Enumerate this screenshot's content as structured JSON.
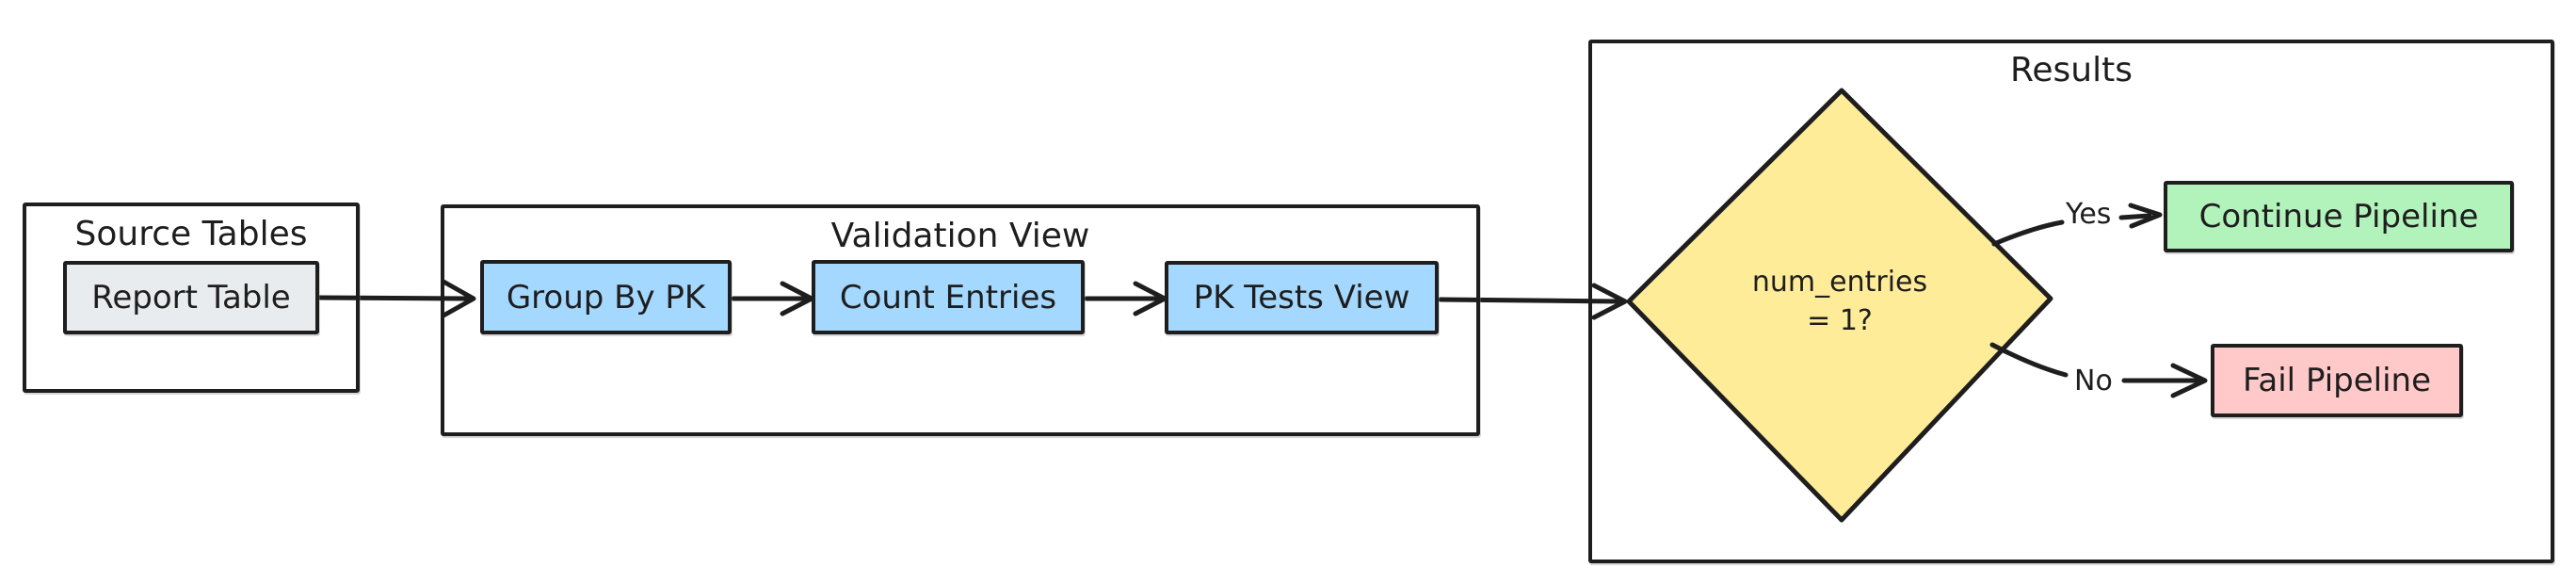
{
  "groups": {
    "source": {
      "title": "Source Tables"
    },
    "validation": {
      "title": "Validation View"
    },
    "results": {
      "title": "Results"
    }
  },
  "nodes": {
    "report_table": {
      "label": "Report Table",
      "fill": "#e9ecef"
    },
    "group_by_pk": {
      "label": "Group By PK",
      "fill": "#a5d8ff"
    },
    "count_entries": {
      "label": "Count Entries",
      "fill": "#a5d8ff"
    },
    "pk_tests_view": {
      "label": "PK Tests View",
      "fill": "#a5d8ff"
    },
    "decision": {
      "label": "num_entries\n= 1?",
      "fill": "#ffec99"
    },
    "continue_pipeline": {
      "label": "Continue Pipeline",
      "fill": "#b2f2bb"
    },
    "fail_pipeline": {
      "label": "Fail Pipeline",
      "fill": "#ffc9c9"
    }
  },
  "edges": {
    "yes_label": "Yes",
    "no_label": "No"
  },
  "colors": {
    "stroke": "#1e1e1e",
    "background": "#ffffff"
  }
}
